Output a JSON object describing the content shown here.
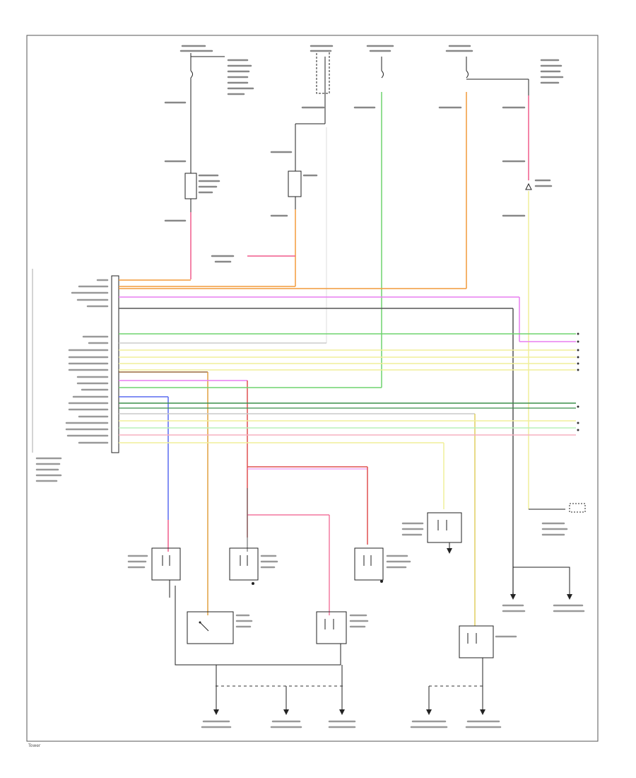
{
  "diagram": {
    "page_label": "Tower",
    "wire_colors": {
      "orange": "#f29a3a",
      "pink": "#f05a8a",
      "green": "#6ed46e",
      "yellow": "#f0ef9a",
      "lavender": "#e97ff0",
      "darkgray": "#555555",
      "blue": "#5a6cf0",
      "lightgray": "#c8c8c8",
      "darkgreen": "#3a8f4a",
      "red": "#e05050",
      "brown": "#9a6a3a"
    },
    "components": {
      "fuse_boxes": 4,
      "switches": 8,
      "grounds": 6,
      "connectors": 3
    }
  }
}
